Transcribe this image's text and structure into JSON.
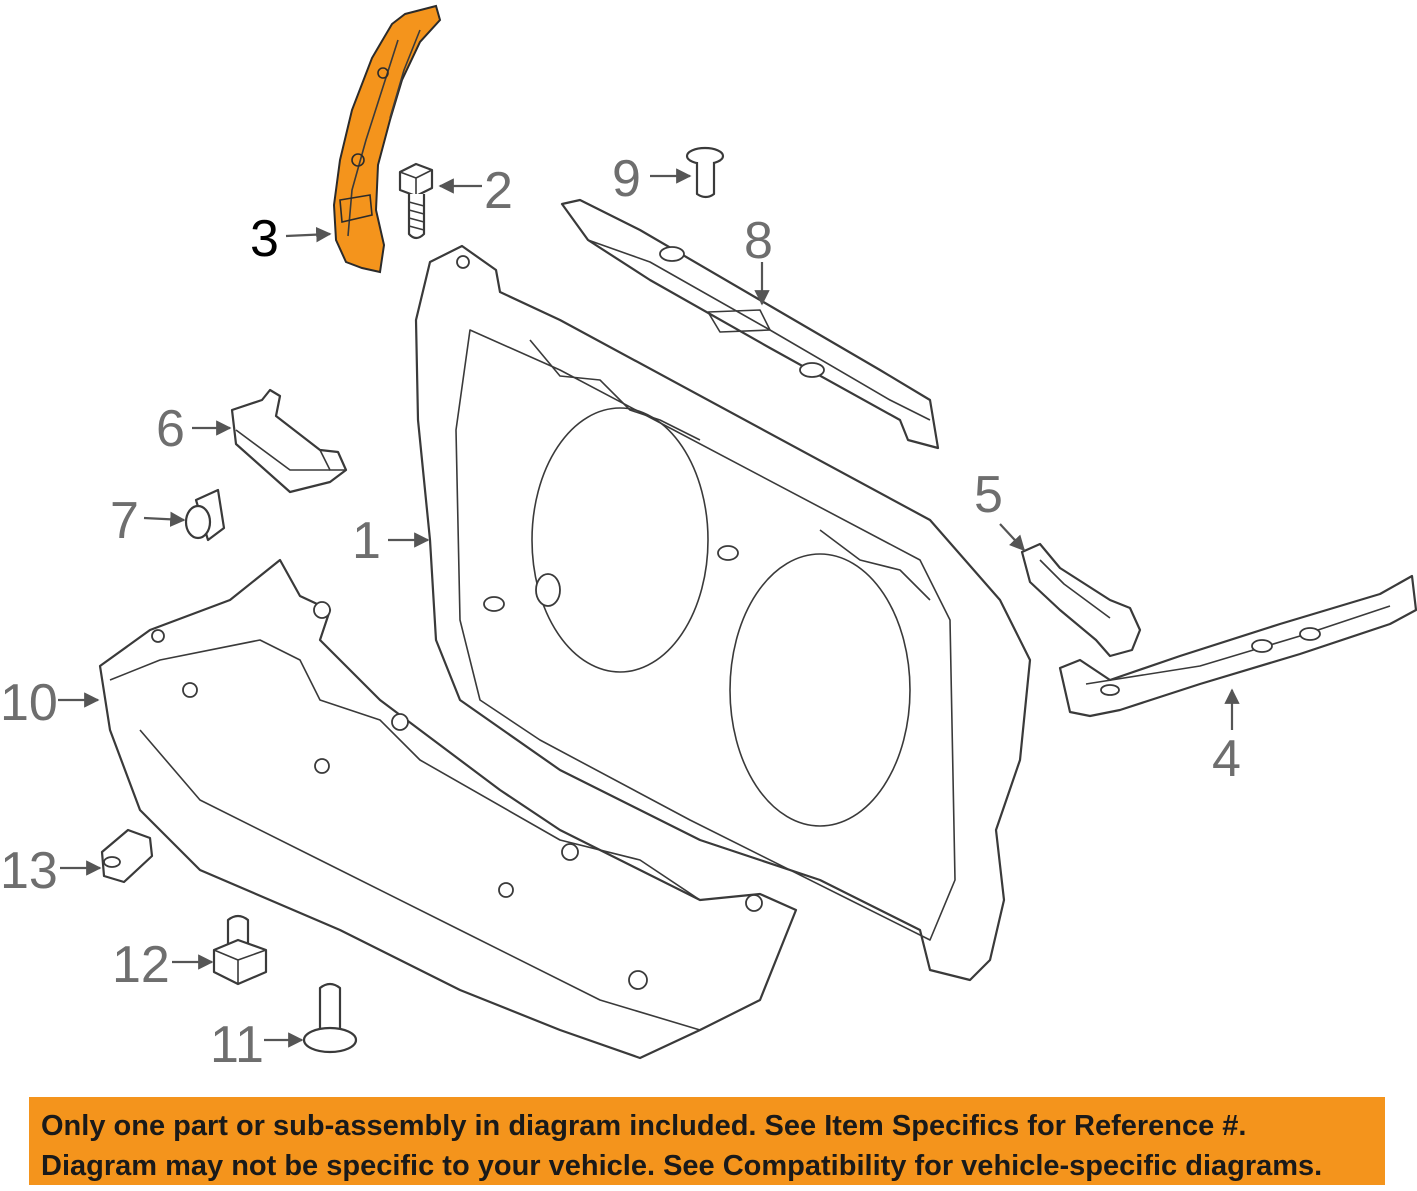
{
  "callouts": {
    "c1": "1",
    "c2": "2",
    "c3": "3",
    "c4": "4",
    "c5": "5",
    "c6": "6",
    "c7": "7",
    "c8": "8",
    "c9": "9",
    "c10": "10",
    "c11": "11",
    "c12": "12",
    "c13": "13"
  },
  "highlight_color": "#f4941c",
  "banner": {
    "line1": "Only one part or sub-assembly in diagram included. See Item Specifics for Reference #.",
    "line2": "Diagram may not be specific to your vehicle. See Compatibility for vehicle-specific diagrams."
  }
}
